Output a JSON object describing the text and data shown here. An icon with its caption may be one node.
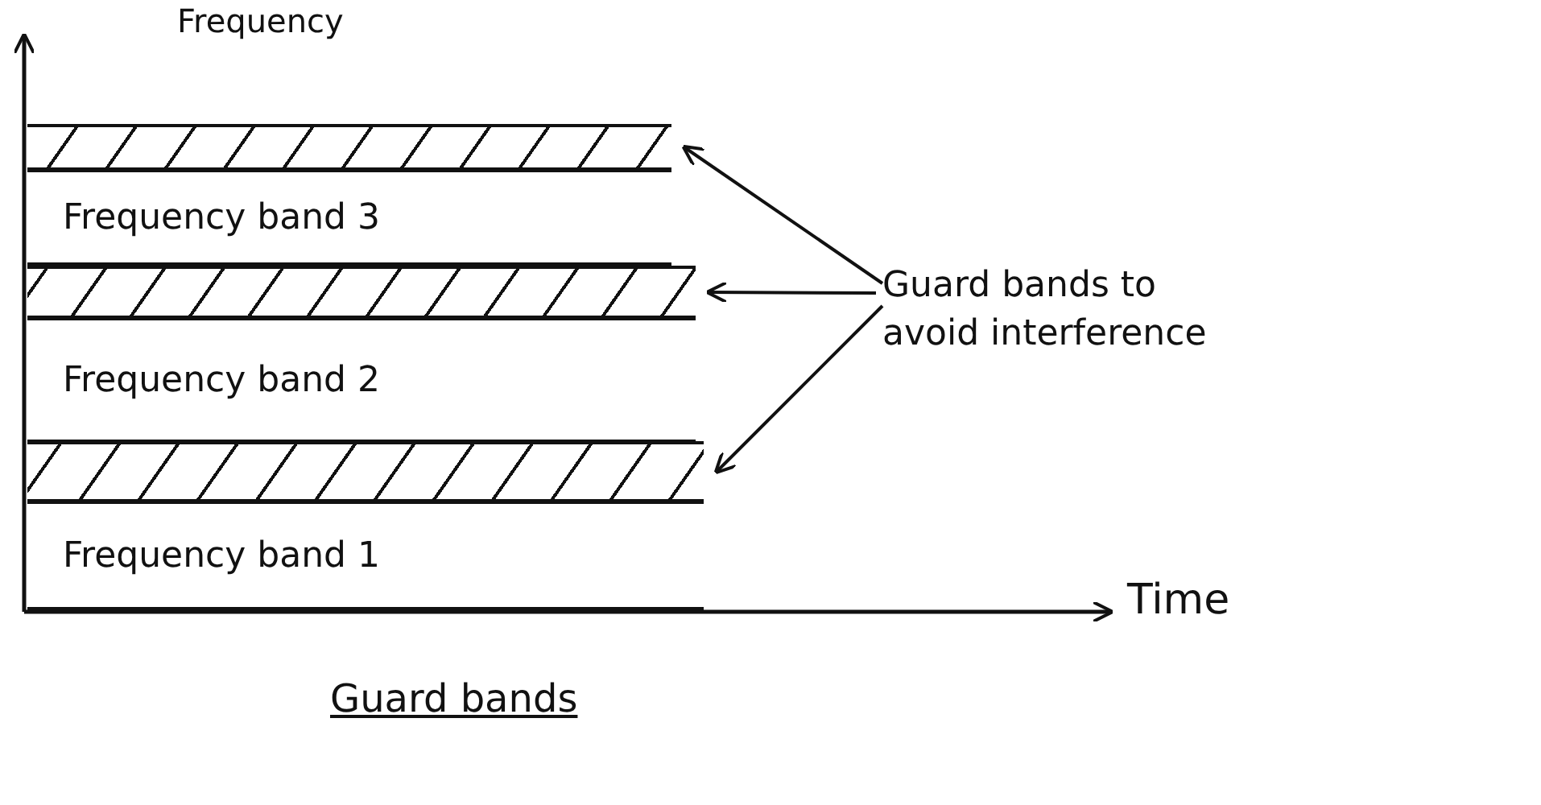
{
  "diagram": {
    "caption": "Guard bands",
    "nodes": [
      {
        "text": [],
        "shape": "bar"
      },
      {
        "text": [
          "Frequency band 3"
        ]
      },
      {
        "text": [],
        "shape": "bar"
      },
      {
        "text": [
          "Frequency band 2"
        ]
      },
      {
        "text": [],
        "shape": "bar"
      },
      {
        "text": [
          "Frequency band 1"
        ]
      },
      {
        "text": [
          "Guard bands to avoid interference"
        ]
      }
    ],
    "edges": [
      {
        "from": 6,
        "to": 0,
        "arrow": "to"
      },
      {
        "from": 6,
        "to": 2,
        "arrow": "to"
      },
      {
        "from": 6,
        "to": 4,
        "arrow": "to"
      }
    ],
    "labels": [
      "Frequency",
      "Time"
    ]
  }
}
